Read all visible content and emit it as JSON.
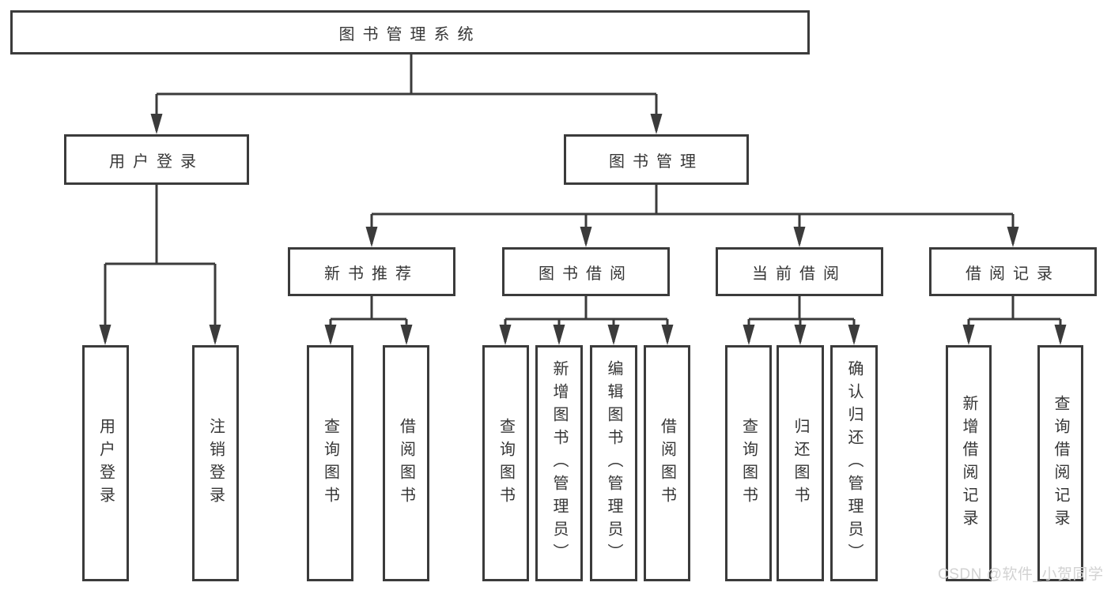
{
  "diagram": {
    "title": "图书管理系统",
    "root": {
      "label": "图书管理系统"
    },
    "level1": [
      {
        "id": "user-login",
        "label": "用户登录",
        "parent": "图书管理系统"
      },
      {
        "id": "book-management",
        "label": "图书管理",
        "parent": "图书管理系统"
      }
    ],
    "level2": [
      {
        "id": "new-book-recommend",
        "label": "新书推荐",
        "parent": "图书管理"
      },
      {
        "id": "book-borrow",
        "label": "图书借阅",
        "parent": "图书管理"
      },
      {
        "id": "current-borrow",
        "label": "当前借阅",
        "parent": "图书管理"
      },
      {
        "id": "borrow-records",
        "label": "借阅记录",
        "parent": "图书管理"
      }
    ],
    "leaves": [
      {
        "id": "leaf-user-login",
        "label": "用户登录",
        "parent": "用户登录"
      },
      {
        "id": "leaf-logout",
        "label": "注销登录",
        "parent": "用户登录"
      },
      {
        "id": "leaf-recommend-query-books",
        "label": "查询图书",
        "parent": "新书推荐"
      },
      {
        "id": "leaf-recommend-borrow-books",
        "label": "借阅图书",
        "parent": "新书推荐"
      },
      {
        "id": "leaf-borrow-query-books",
        "label": "查询图书",
        "parent": "图书借阅"
      },
      {
        "id": "leaf-borrow-add-books-admin",
        "label": "新增图书（管理员）",
        "parent": "图书借阅"
      },
      {
        "id": "leaf-borrow-edit-books-admin",
        "label": "编辑图书（管理员）",
        "parent": "图书借阅"
      },
      {
        "id": "leaf-borrow-borrow-books",
        "label": "借阅图书",
        "parent": "图书借阅"
      },
      {
        "id": "leaf-current-query-books",
        "label": "查询图书",
        "parent": "当前借阅"
      },
      {
        "id": "leaf-current-return-books",
        "label": "归还图书",
        "parent": "当前借阅"
      },
      {
        "id": "leaf-current-confirm-return-admin",
        "label": "确认归还（管理员）",
        "parent": "当前借阅"
      },
      {
        "id": "leaf-records-add-record",
        "label": "新增借阅记录",
        "parent": "借阅记录"
      },
      {
        "id": "leaf-records-query-record",
        "label": "查询借阅记录",
        "parent": "借阅记录"
      }
    ]
  },
  "watermark": {
    "text": "CSDN @软件_小贺同学"
  },
  "colors": {
    "line": "#3b3b3b",
    "text": "#363636",
    "background": "#ffffff",
    "watermark": "#d2d2d2"
  }
}
